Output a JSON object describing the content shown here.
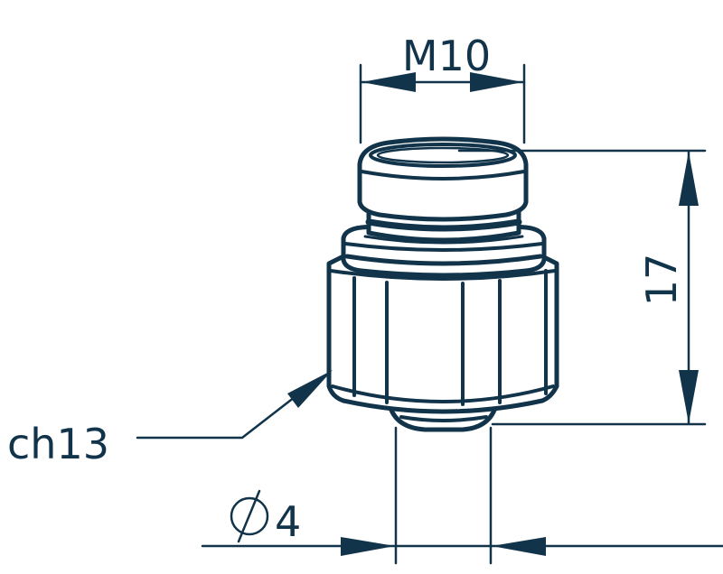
{
  "drawing": {
    "subject": "threaded nozzle",
    "line_color": "#12344a",
    "background": "#ffffff"
  },
  "dimensions": {
    "thread": {
      "label": "M10"
    },
    "height": {
      "label": "17"
    },
    "wrench": {
      "label": "ch13"
    },
    "bore": {
      "symbol": "⌀",
      "value": "4"
    }
  }
}
